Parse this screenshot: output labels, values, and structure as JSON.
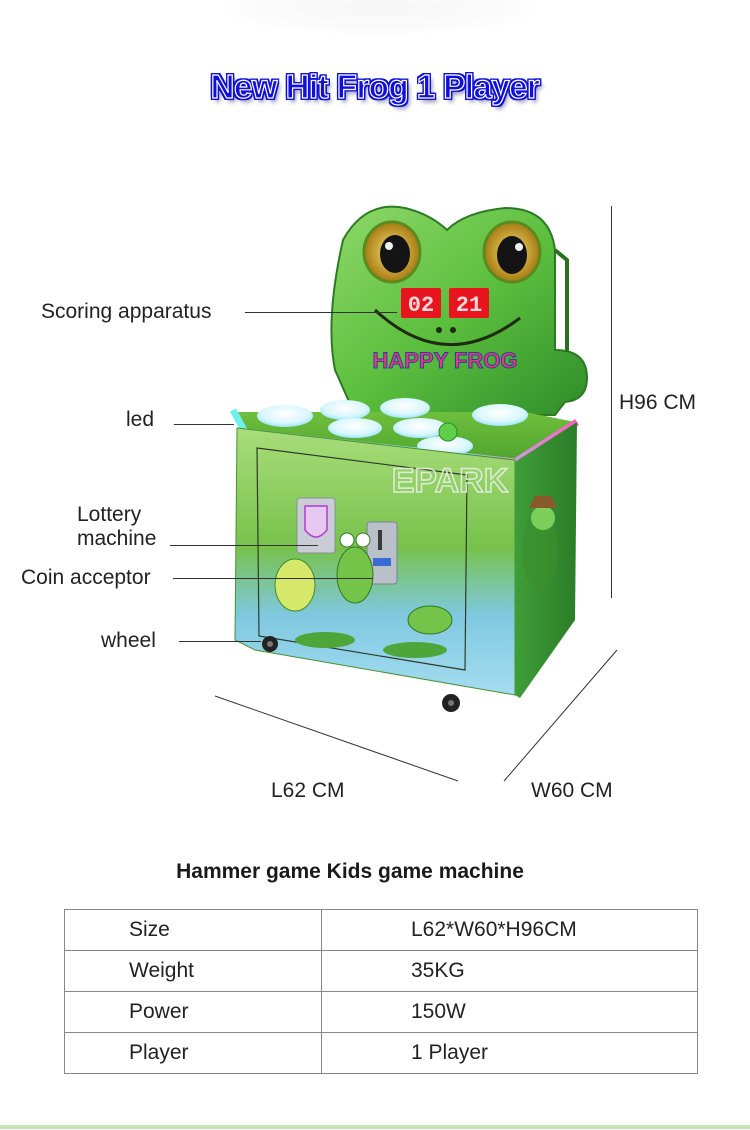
{
  "title": "New Hit Frog 1 Player",
  "product": {
    "scoreboard": {
      "left_digits": "02",
      "right_digits": "21"
    },
    "marquee": "HAPPY FROG",
    "watermark": "EPARK",
    "colors": {
      "title_blue": "#1010d8",
      "body_green": "#4caf3c",
      "body_dark_green": "#2e8b2e",
      "led_cyan": "#5fe6e6",
      "led_pink": "#ff4fb0",
      "score_red": "#e8141e",
      "frog_eye_gold": "#c99a1a"
    }
  },
  "callouts": [
    {
      "label": "Scoring apparatus"
    },
    {
      "label": "led"
    },
    {
      "label": "Lottery\nmachine",
      "line1": "Lottery",
      "line2": "machine"
    },
    {
      "label": "Coin acceptor"
    },
    {
      "label": "wheel"
    }
  ],
  "dimensions": {
    "height": "H96 CM",
    "length": "L62 CM",
    "width": "W60 CM"
  },
  "specs": {
    "heading": "Hammer game Kids game machine",
    "rows": [
      {
        "key": "Size",
        "value": "L62*W60*H96CM"
      },
      {
        "key": "Weight",
        "value": "35KG"
      },
      {
        "key": "Power",
        "value": "150W"
      },
      {
        "key": "Player",
        "value": "1 Player"
      }
    ]
  }
}
